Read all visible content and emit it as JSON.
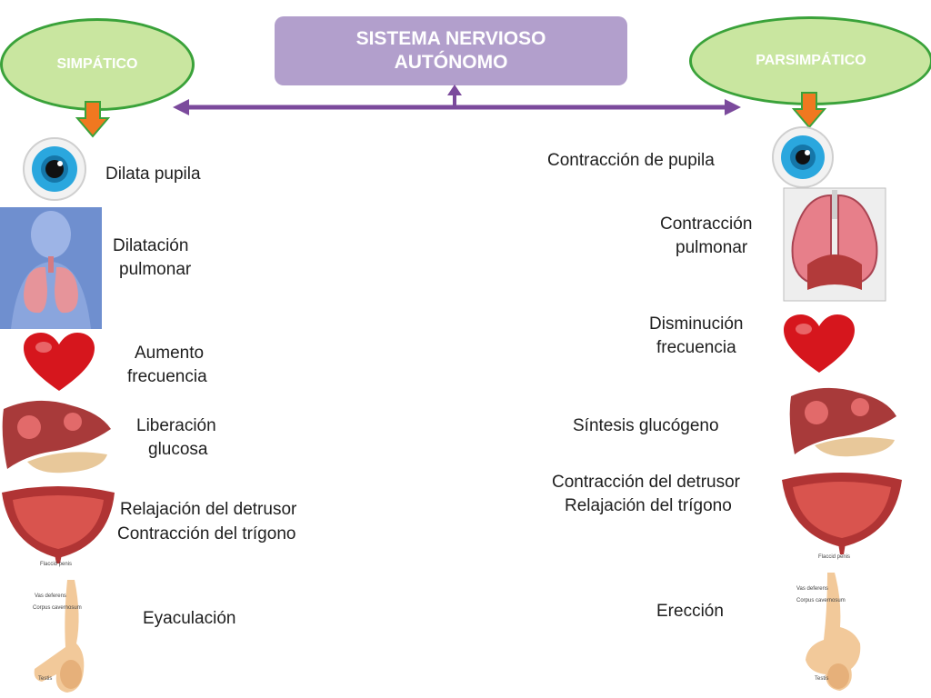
{
  "title": {
    "line1": "SISTEMA NERVIOSO",
    "line2": "AUTÓNOMO"
  },
  "sympathetic": {
    "label": "SIMPÁTICO",
    "effects": {
      "pupil": "Dilata pupila",
      "lung1": "Dilatación",
      "lung2": "pulmonar",
      "heart1": "Aumento",
      "heart2": "frecuencia",
      "liver1": "Liberación",
      "liver2": "glucosa",
      "bladder1": "Relajación del detrusor",
      "bladder2": "Contracción del trígono",
      "penis": "Eyaculación"
    }
  },
  "parasympathetic": {
    "label": "PARSIMPÁTICO",
    "effects": {
      "pupil": "Contracción de pupila",
      "lung1": "Contracción",
      "lung2": "pulmonar",
      "heart1": "Disminución",
      "heart2": "frecuencia",
      "liver": "Síntesis glucógeno",
      "bladder1": "Contracción del detrusor",
      "bladder2": "Relajación del trígono",
      "penis": "Erección"
    }
  },
  "image_labels": {
    "bladder_caption": "Flaccid penis",
    "penis_vas": "Vas deferens",
    "penis_corpus": "Corpus cavernosum",
    "penis_testis": "Testis"
  },
  "colors": {
    "title_bg": "#b29fcc",
    "arrow": "#7b4a9c",
    "oval_fill": "#c9e6a0",
    "oval_border": "#3aa23a",
    "down_arrow": "#f07820"
  }
}
